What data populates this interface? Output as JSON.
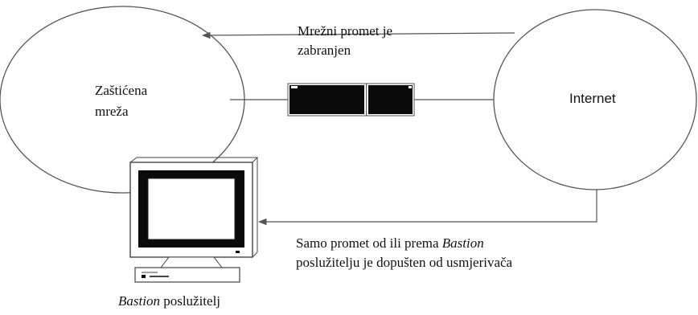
{
  "nodes": {
    "protected_network": {
      "line1": "Zaštićena",
      "line2": "mreža"
    },
    "internet": {
      "label": "Internet"
    },
    "bastion": {
      "caption_italic": "Bastion",
      "caption_rest": " poslužitelj"
    }
  },
  "annotations": {
    "blocked_traffic": {
      "line1": "Mrežni promet je",
      "line2": "zabranjen"
    },
    "allowed_traffic": {
      "line1_prefix": "Samo promet od ili prema ",
      "line1_italic": "Bastion",
      "line2": "poslužitelju je dopušten od usmjerivača"
    }
  },
  "colors": {
    "stroke": "#555555",
    "router_fill": "#0a0a0a",
    "screen_fill": "#0a0a0a"
  }
}
